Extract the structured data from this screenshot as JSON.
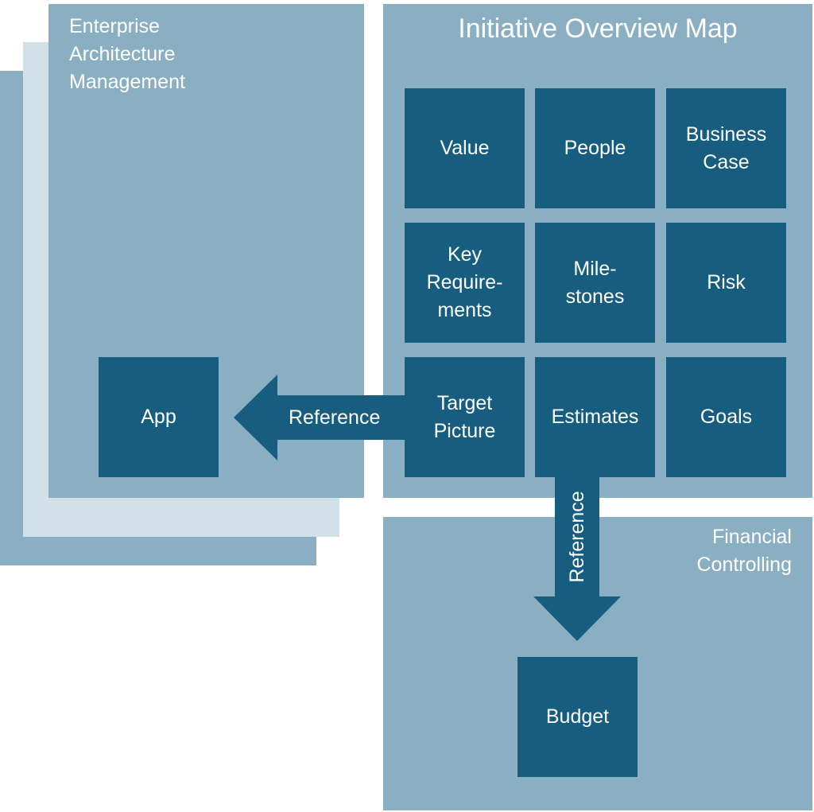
{
  "enterprise_architecture": {
    "label": "Enterprise\nArchitecture\nManagement",
    "app": "App"
  },
  "initiative_overview": {
    "title": "Initiative Overview Map",
    "tiles": [
      "Value",
      "People",
      "Business\nCase",
      "Key\nRequire-\nments",
      "Mile-\nstones",
      "Risk",
      "Target\nPicture",
      "Estimates",
      "Goals"
    ]
  },
  "financial_controlling": {
    "label": "Financial\nControlling",
    "budget": "Budget"
  },
  "arrows": {
    "to_app": "Reference",
    "to_budget": "Reference"
  },
  "colors": {
    "panel": "#8aafc2",
    "panel_light": "#d2e0e8",
    "box": "#165d80",
    "text": "#ffffff"
  }
}
